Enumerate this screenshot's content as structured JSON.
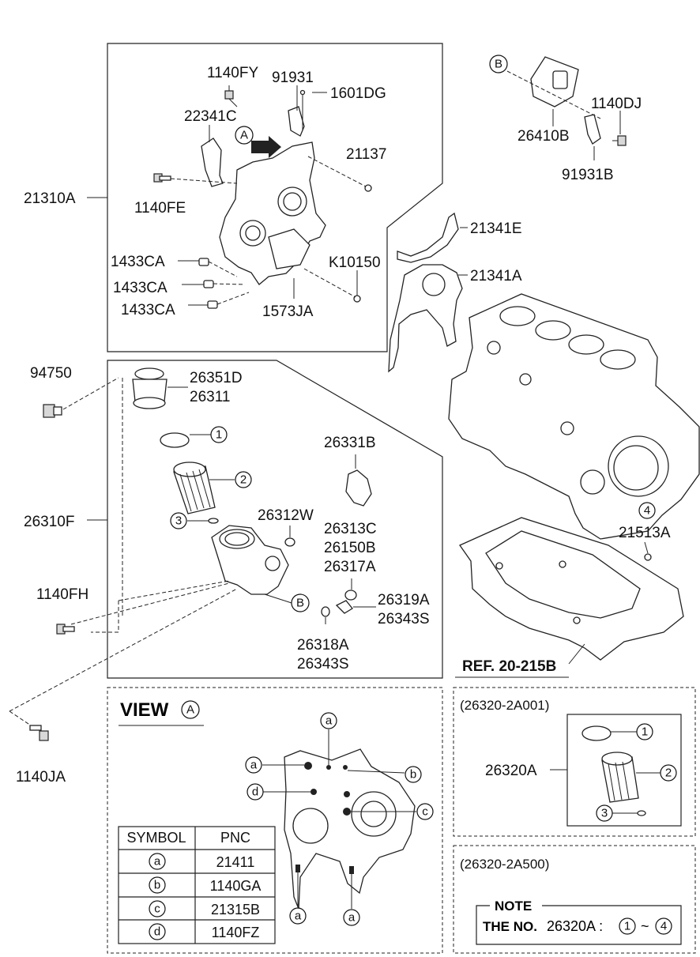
{
  "parts": {
    "p1140FY": "1140FY",
    "p91931": "91931",
    "p1601DG": "1601DG",
    "p22341C": "22341C",
    "p21137": "21137",
    "p21310A": "21310A",
    "p1140FE": "1140FE",
    "p1433CA_1": "1433CA",
    "p1433CA_2": "1433CA",
    "p1433CA_3": "1433CA",
    "pK10150": "K10150",
    "p1573JA": "1573JA",
    "p26410B": "26410B",
    "p1140DJ": "1140DJ",
    "p91931B": "91931B",
    "p21341E": "21341E",
    "p21341A": "21341A",
    "p94750": "94750",
    "p26351D": "26351D",
    "p26311": "26311",
    "p26331B": "26331B",
    "p26310F": "26310F",
    "p26312W": "26312W",
    "p26313C": "26313C",
    "p26150B": "26150B",
    "p26317A": "26317A",
    "p26319A": "26319A",
    "p26343S_1": "26343S",
    "p26318A": "26318A",
    "p26343S_2": "26343S",
    "p1140FH": "1140FH",
    "p21513A": "21513A",
    "p1140JA": "1140JA",
    "ref": "REF. 20-215B",
    "p26320A": "26320A"
  },
  "markers": {
    "A": "A",
    "B": "B",
    "n1": "1",
    "n2": "2",
    "n3": "3",
    "n4": "4",
    "a": "a",
    "b": "b",
    "c": "c",
    "d": "d"
  },
  "view": {
    "title": "VIEW",
    "marker": "A"
  },
  "symbol_table": {
    "headers": [
      "SYMBOL",
      "PNC"
    ],
    "rows": [
      {
        "symbol": "a",
        "pnc": "21411"
      },
      {
        "symbol": "b",
        "pnc": "1140GA"
      },
      {
        "symbol": "c",
        "pnc": "21315B"
      },
      {
        "symbol": "d",
        "pnc": "1140FZ"
      }
    ]
  },
  "kit1": {
    "code": "(26320-2A001)"
  },
  "kit2": {
    "code": "(26320-2A500)"
  },
  "note": {
    "title": "NOTE",
    "prefix": "THE NO.",
    "part": "26320A :",
    "from": "1",
    "tilde": "~",
    "to": "4"
  }
}
